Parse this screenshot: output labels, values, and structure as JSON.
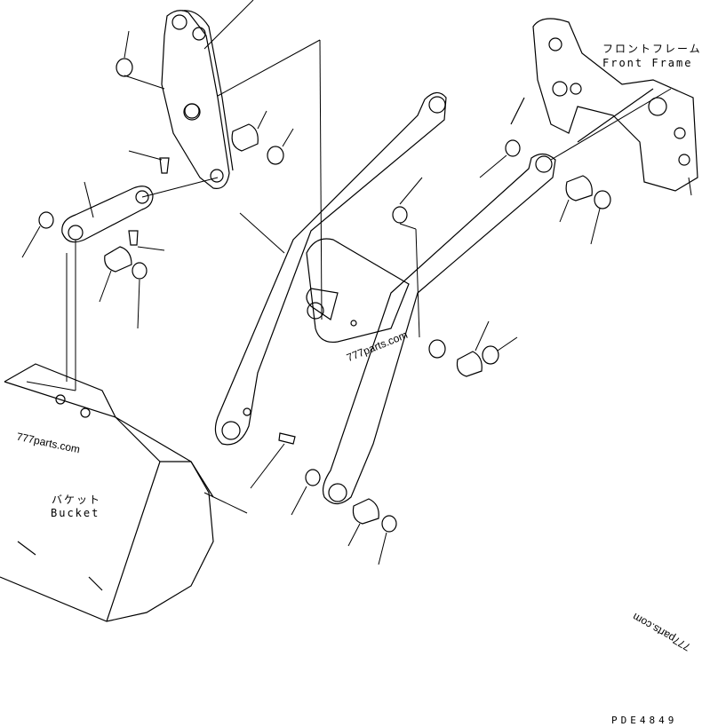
{
  "labels": {
    "front_frame_jp": "フロントフレーム",
    "front_frame_en": "Front Frame",
    "bucket_jp": "バケット",
    "bucket_en": "Bucket",
    "drawing_code": "PDE4849"
  },
  "watermarks": [
    "777parts.com",
    "777parts.com",
    "777parts.com"
  ],
  "colors": {
    "line": "#000000",
    "background": "#ffffff"
  }
}
